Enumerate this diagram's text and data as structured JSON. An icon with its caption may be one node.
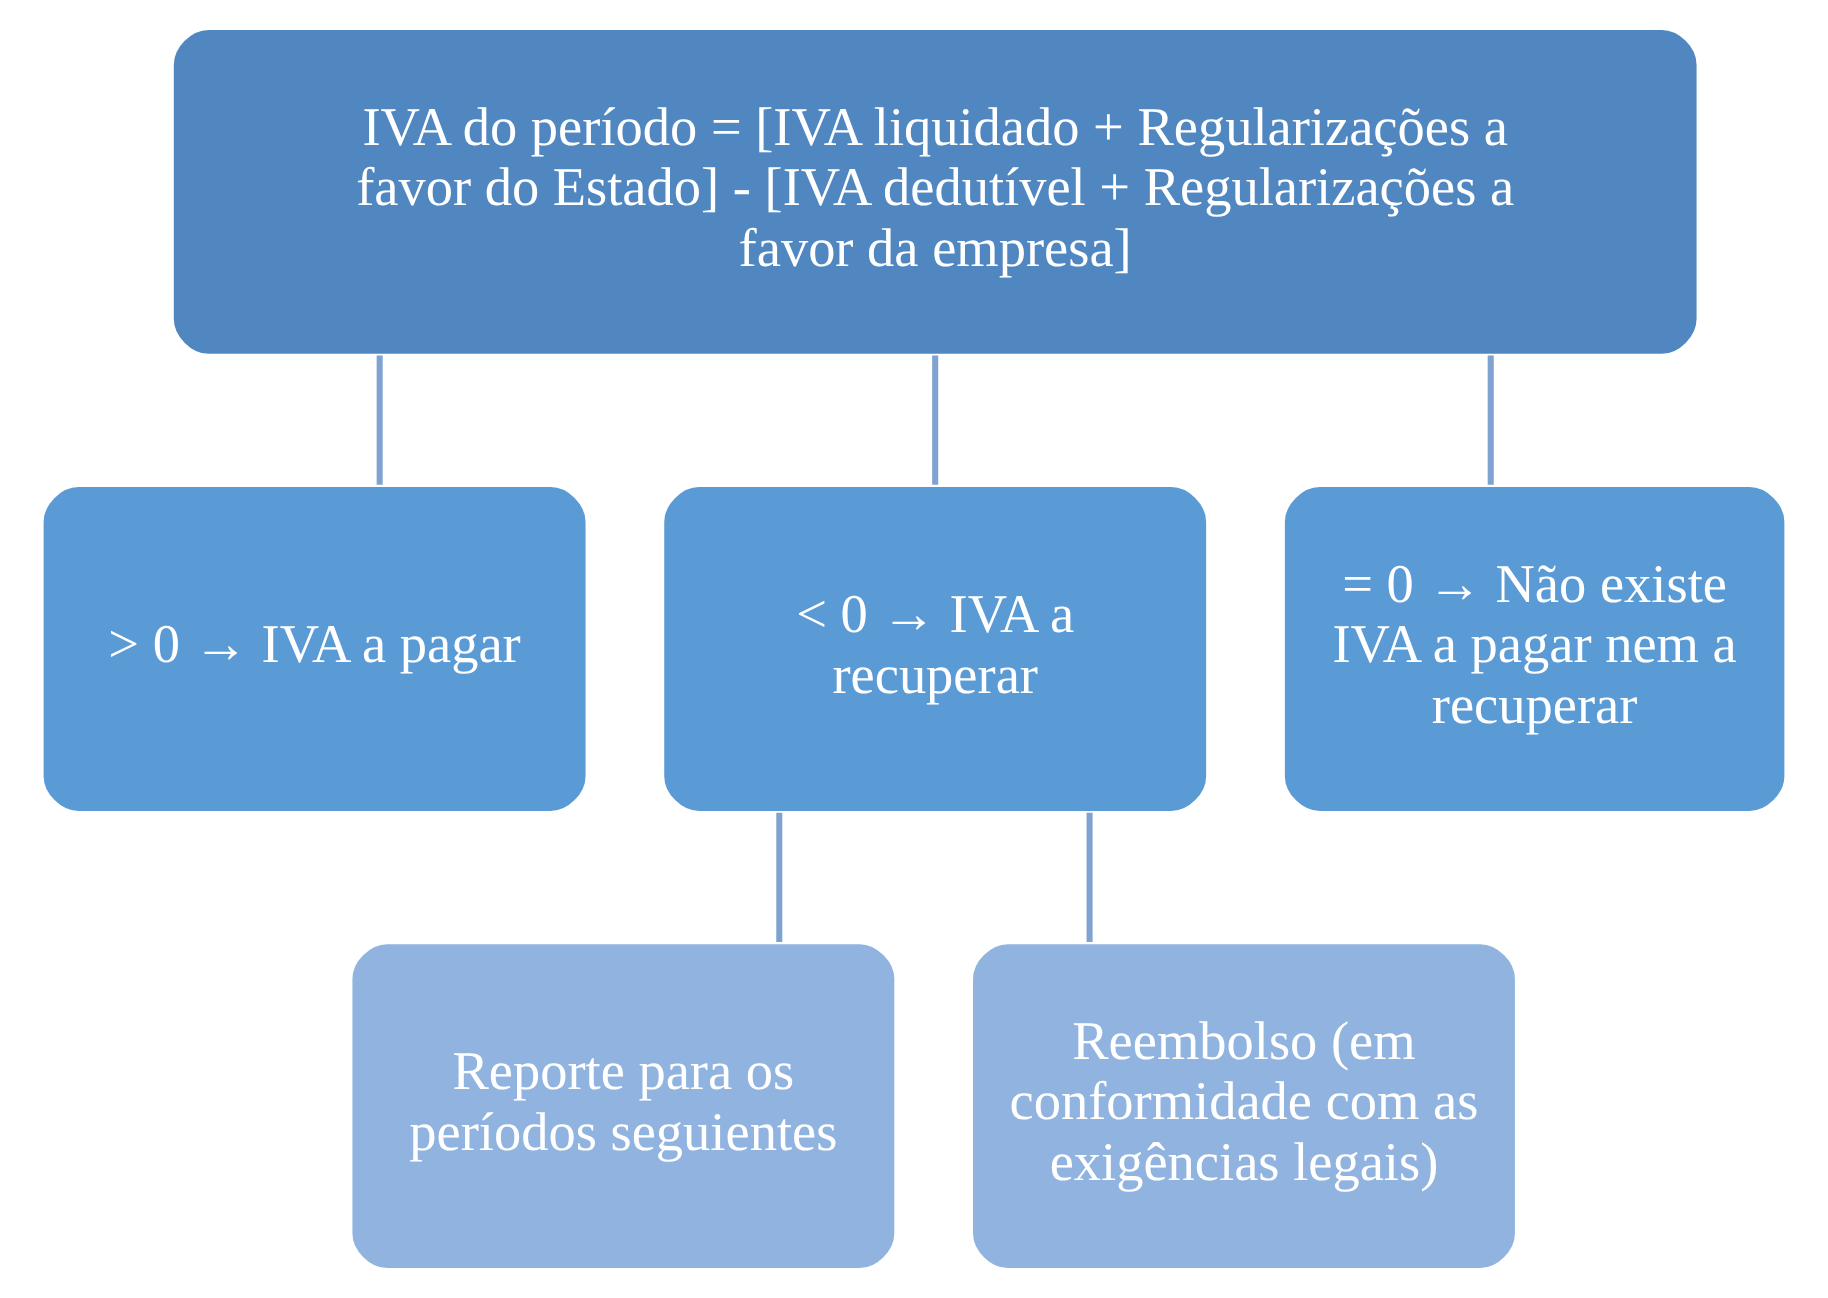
{
  "diagram": {
    "nodes": [
      {
        "text": [
          "IVA do período = [IVA liquidado + Regularizações a favor do Estado] - [IVA dedutível + Regularizações a favor da empresa]"
        ]
      },
      {
        "text": [
          "> 0 → IVA a pagar"
        ]
      },
      {
        "text": [
          "< 0 → IVA a recuperar"
        ]
      },
      {
        "text": [
          "= 0 → Não existe IVA a pagar nem a recuperar"
        ]
      },
      {
        "text": [
          "Reporte para os períodos seguientes"
        ]
      },
      {
        "text": [
          "Reembolso (em conformidade com as exigências legais)"
        ]
      }
    ],
    "edges": [
      {
        "from": 0,
        "to": 1,
        "arrow": "none"
      },
      {
        "from": 0,
        "to": 2,
        "arrow": "none"
      },
      {
        "from": 0,
        "to": 3,
        "arrow": "none"
      },
      {
        "from": 2,
        "to": 4,
        "arrow": "none"
      },
      {
        "from": 2,
        "to": 5,
        "arrow": "none"
      }
    ]
  }
}
